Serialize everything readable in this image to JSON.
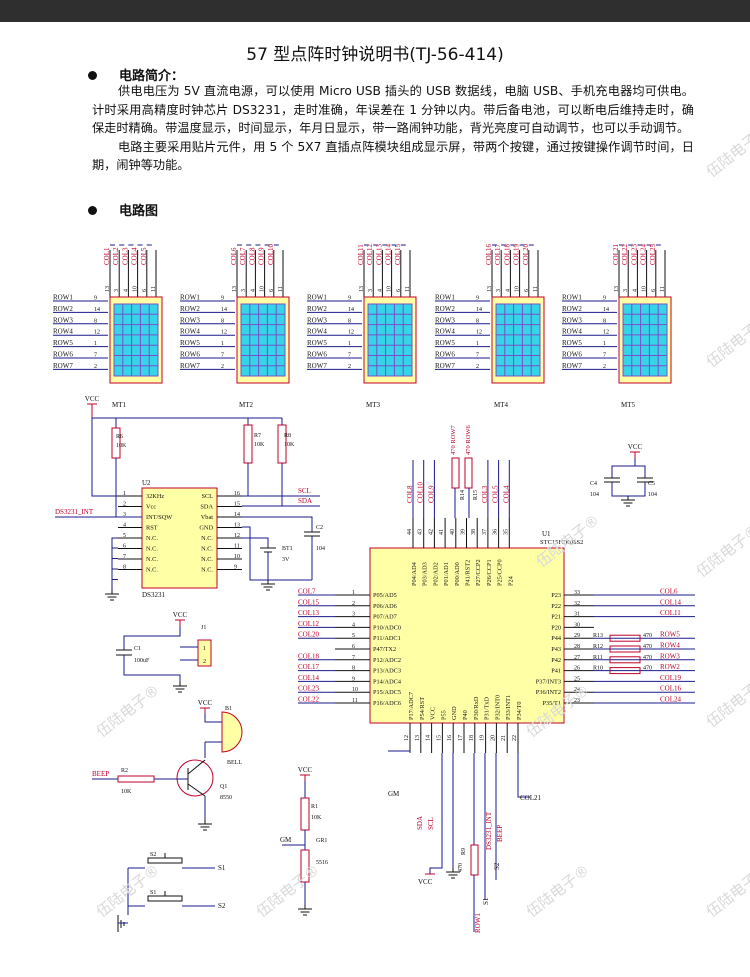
{
  "title": "57 型点阵时钟说明书(TJ-56-414)",
  "sections": {
    "intro_heading": "电路简介：",
    "intro_paragraphs": [
      "供电电压为 5V 直流电源，可以使用 Micro USB 插头的 USB 数据线，电脑 USB、手机充电器均可供电。计时采用高精度时钟芯片 DS3231，走时准确，年误差在 1 分钟以内。带后备电池，可以断电后维持走时，确保走时精确。带温度显示，时间显示，年月日显示，带一路闹钟功能，背光亮度可自动调节，也可以手动调节。",
      "电路主要采用贴片元件，用 5 个 5X7 直插点阵模块组成显示屏，带两个按键，通过按键操作调节时间，日期，闹钟等功能。"
    ],
    "diagram_heading": "电路图"
  },
  "watermark": "伍陆电子®",
  "matrix": {
    "rows": [
      "ROW1",
      "ROW2",
      "ROW3",
      "ROW4",
      "ROW5",
      "ROW6",
      "ROW7"
    ],
    "row_pins": [
      "9",
      "14",
      "8",
      "12",
      "1",
      "7",
      "2"
    ],
    "col_pins": [
      "13",
      "3",
      "4",
      "10",
      "6",
      "11"
    ],
    "modules": [
      {
        "label": "MT1",
        "cols": [
          "COL1",
          "COL2",
          "COL3",
          "COL4",
          "COL5"
        ]
      },
      {
        "label": "MT2",
        "cols": [
          "COL6",
          "COL7",
          "COL8",
          "COL9",
          "COL10"
        ]
      },
      {
        "label": "MT3",
        "cols": [
          "COL11",
          "COL12",
          "COL13",
          "COL14",
          "COL15"
        ]
      },
      {
        "label": "MT4",
        "cols": [
          "COL16",
          "COL17",
          "COL18",
          "COL19",
          "COL20"
        ]
      },
      {
        "label": "MT5",
        "cols": [
          "COL21",
          "COL22",
          "COL23",
          "COL24",
          "COL25"
        ]
      }
    ]
  },
  "rtc": {
    "ref": "U2",
    "part": "DS3231",
    "left_pins": [
      {
        "num": "1",
        "name": "32KHz"
      },
      {
        "num": "2",
        "name": "Vcc"
      },
      {
        "num": "3",
        "name": "INT/SQW"
      },
      {
        "num": "4",
        "name": "RST"
      },
      {
        "num": "5",
        "name": "N.C."
      },
      {
        "num": "6",
        "name": "N.C."
      },
      {
        "num": "7",
        "name": "N.C."
      },
      {
        "num": "8",
        "name": "N.C."
      }
    ],
    "right_pins": [
      {
        "num": "16",
        "name": "SCL"
      },
      {
        "num": "15",
        "name": "SDA"
      },
      {
        "num": "14",
        "name": "Vbat"
      },
      {
        "num": "13",
        "name": "GND"
      },
      {
        "num": "12",
        "name": "N.C."
      },
      {
        "num": "11",
        "name": "N.C."
      },
      {
        "num": "10",
        "name": "N.C."
      },
      {
        "num": "9",
        "name": "N.C."
      }
    ],
    "int_net": "DS3231_INT",
    "scl_net": "SCL",
    "sda_net": "SDA"
  },
  "passives": {
    "r6": {
      "ref": "R6",
      "val": "10K"
    },
    "r7": {
      "ref": "R7",
      "val": "10K"
    },
    "r8": {
      "ref": "R8",
      "val": "10K"
    },
    "c2": {
      "ref": "C2",
      "val": "104"
    },
    "bt1": {
      "ref": "BT1",
      "val": "3V"
    },
    "c4": {
      "ref": "C4",
      "val": "104"
    },
    "c5": {
      "ref": "C5",
      "val": "104"
    },
    "c1": {
      "ref": "C1",
      "val": "100uF"
    },
    "j1": {
      "ref": "J1",
      "pins": [
        "1",
        "2"
      ]
    },
    "b1": {
      "ref": "B1",
      "name": "BELL"
    },
    "q1": {
      "ref": "Q1",
      "val": "8550"
    },
    "r2": {
      "ref": "R2",
      "val": "10K",
      "net": "BEEP"
    },
    "r1": {
      "ref": "R1",
      "val": "10K"
    },
    "gr1": {
      "ref": "GR1",
      "val": "5516"
    },
    "gm": "GM",
    "s2": {
      "ref": "S2",
      "net": "S1"
    },
    "s1": {
      "ref": "S1",
      "net": "S2"
    },
    "vcc": "VCC",
    "r9": {
      "ref": "R9",
      "val": "470"
    },
    "r14": {
      "ref": "R14",
      "val": "470",
      "net": "ROW7"
    },
    "r15": {
      "ref": "R15",
      "val": "470",
      "net": "ROW6"
    }
  },
  "mcu": {
    "ref": "U1",
    "part": "STC15F2K08S2",
    "top_pins": [
      {
        "num": "44",
        "name": "P04/AD4",
        "net": "COL8"
      },
      {
        "num": "43",
        "name": "P03/AD3",
        "net": "COL10"
      },
      {
        "num": "42",
        "name": "P02/AD2",
        "net": "COL9"
      },
      {
        "num": "41",
        "name": "P01/AD1",
        "net": ""
      },
      {
        "num": "40",
        "name": "P00/AD0",
        "net": ""
      },
      {
        "num": "39",
        "name": "P41/RST2",
        "net": ""
      },
      {
        "num": "38",
        "name": "P27/CCP2",
        "net": ""
      },
      {
        "num": "37",
        "name": "P26/CCP1",
        "net": "COL3"
      },
      {
        "num": "36",
        "name": "P25/CCP0",
        "net": "COL5"
      },
      {
        "num": "35",
        "name": "P24",
        "net": "COL4"
      }
    ],
    "left_pins": [
      {
        "num": "1",
        "name": "P05/AD5",
        "net": "COL7"
      },
      {
        "num": "2",
        "name": "P06/AD6",
        "net": "COL15"
      },
      {
        "num": "3",
        "name": "P07/AD7",
        "net": "COL13"
      },
      {
        "num": "4",
        "name": "P10/ADC0",
        "net": "COL12"
      },
      {
        "num": "5",
        "name": "P11/ADC1",
        "net": "COL20"
      },
      {
        "num": "6",
        "name": "P47/TX2",
        "net": ""
      },
      {
        "num": "7",
        "name": "P12/ADC2",
        "net": "COL18"
      },
      {
        "num": "8",
        "name": "P13/ADC3",
        "net": "COL17"
      },
      {
        "num": "9",
        "name": "P14/ADC4",
        "net": "COL14"
      },
      {
        "num": "10",
        "name": "P15/ADC5",
        "net": "COL23"
      },
      {
        "num": "11",
        "name": "P16/ADC6",
        "net": "COL22"
      }
    ],
    "right_pins": [
      {
        "num": "33",
        "name": "P23",
        "net": "COL6"
      },
      {
        "num": "32",
        "name": "P22",
        "net": "COL14"
      },
      {
        "num": "31",
        "name": "P21",
        "net": "COL11"
      },
      {
        "num": "30",
        "name": "P20",
        "net": ""
      },
      {
        "num": "29",
        "name": "P44",
        "net": "ROW5"
      },
      {
        "num": "28",
        "name": "P43",
        "net": "ROW4"
      },
      {
        "num": "27",
        "name": "P42",
        "net": "ROW3"
      },
      {
        "num": "26",
        "name": "P41",
        "net": "ROW2"
      },
      {
        "num": "25",
        "name": "P37/INT3",
        "net": "COL19"
      },
      {
        "num": "24",
        "name": "P36/INT2",
        "net": "COL16"
      },
      {
        "num": "23",
        "name": "P35/T1",
        "net": "COL24"
      }
    ],
    "right_resistors": [
      {
        "ref": "R13",
        "val": "470"
      },
      {
        "ref": "R12",
        "val": "470"
      },
      {
        "ref": "R11",
        "val": "470"
      },
      {
        "ref": "R10",
        "val": "470"
      }
    ],
    "bottom_pins": [
      {
        "num": "12",
        "name": "P17/ADC7",
        "net": "GM"
      },
      {
        "num": "13",
        "name": "P54/RST",
        "net": "SDA"
      },
      {
        "num": "14",
        "name": "VCC",
        "net": "SCL"
      },
      {
        "num": "15",
        "name": "P55",
        "net": "VCC"
      },
      {
        "num": "16",
        "name": "GND",
        "net": ""
      },
      {
        "num": "17",
        "name": "P40",
        "net": ""
      },
      {
        "num": "18",
        "name": "P30/RxD",
        "net": ""
      },
      {
        "num": "19",
        "name": "P31/TxD",
        "net": "DS3231_INT"
      },
      {
        "num": "20",
        "name": "P32/INT0",
        "net": "BEEP"
      },
      {
        "num": "21",
        "name": "P33/INT1",
        "net": ""
      },
      {
        "num": "22",
        "name": "P34/T0",
        "net": "COL21"
      }
    ],
    "bottom_extra": [
      "S1",
      "S2",
      "ROW1"
    ]
  }
}
